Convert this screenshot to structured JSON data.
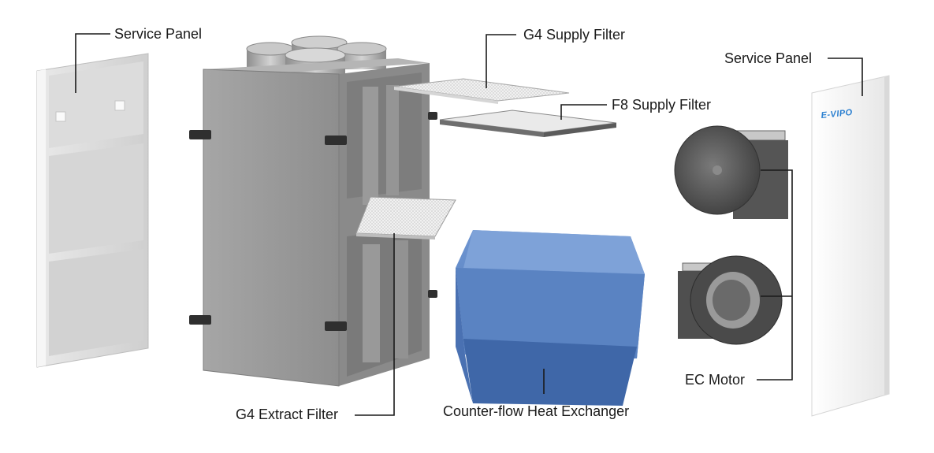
{
  "labels": {
    "service_panel_left": "Service Panel",
    "g4_supply_filter": "G4 Supply Filter",
    "f8_supply_filter": "F8 Supply Filter",
    "service_panel_right": "Service Panel",
    "ec_motor": "EC Motor",
    "g4_extract_filter": "G4 Extract Filter",
    "heat_exchanger": "Counter-flow Heat Exchanger"
  },
  "brand_text": "E-VIPO",
  "colors": {
    "housing": "#9c9c9c",
    "panel": "#eeeeee",
    "heat_exchanger": "#5b86c6",
    "motor": "#5c5c5c",
    "leader": "#1a1a1a"
  }
}
